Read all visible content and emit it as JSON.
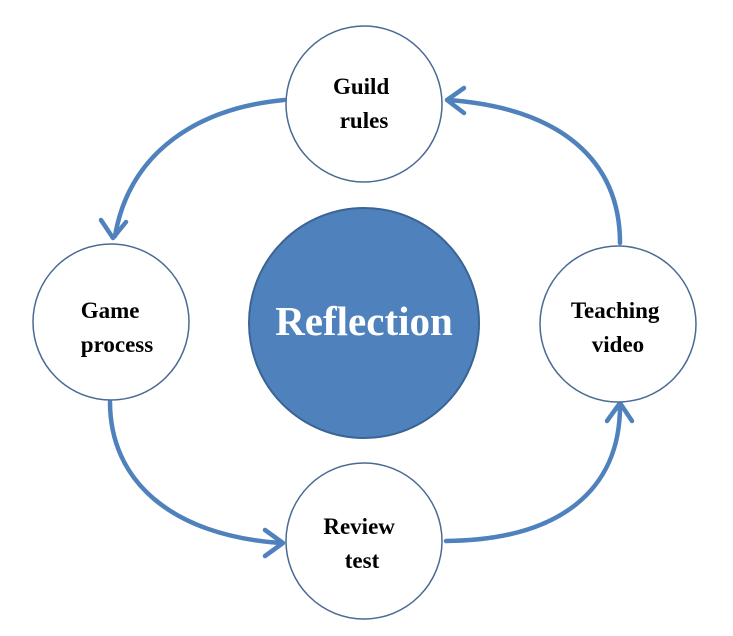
{
  "diagram": {
    "center": {
      "label": "Reflection",
      "fill": "#4f81bd",
      "stroke": "#3a6494"
    },
    "nodes": [
      {
        "id": "guild-rules",
        "lines": [
          "Guild",
          "rules"
        ]
      },
      {
        "id": "game-process",
        "lines": [
          "Game",
          "process"
        ]
      },
      {
        "id": "review-test",
        "lines": [
          "Review",
          "test"
        ]
      },
      {
        "id": "teaching-video",
        "lines": [
          "Teaching",
          "video"
        ]
      }
    ],
    "arrow_color": "#4f81bd",
    "node_stroke": "#4a6a94",
    "node_fill": "#ffffff"
  }
}
